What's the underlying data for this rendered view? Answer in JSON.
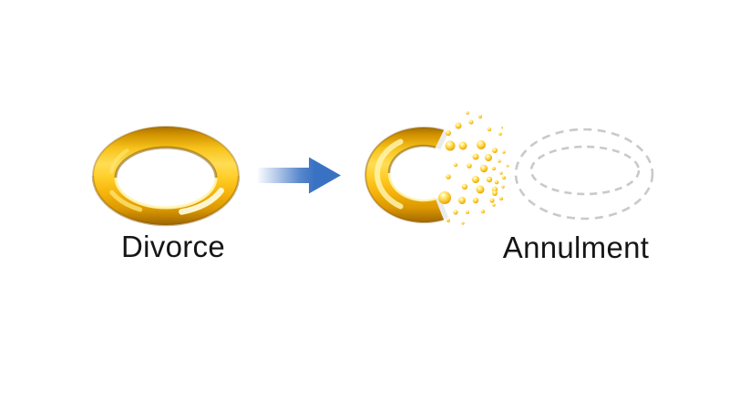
{
  "canvas": {
    "background": "#FFFFFF"
  },
  "diagram": {
    "left": {
      "label": "Divorce",
      "icon": "intact-gold-ring"
    },
    "arrow": {
      "direction": "right",
      "color": "#3A72C3"
    },
    "right": {
      "label": "Annulment",
      "icon": "breaking-gold-ring-dissolving-into-droplets",
      "ghost_ring": {
        "style": "dashed-outline",
        "color": "#C9C9C9"
      },
      "particles": [
        [
          503,
          138,
          3.5
        ],
        [
          517,
          134,
          2.5
        ],
        [
          527,
          128,
          2.0
        ],
        [
          513,
          124,
          1.8
        ],
        [
          492,
          146,
          3.0
        ],
        [
          537,
          142,
          2.2
        ],
        [
          549,
          147,
          1.8
        ],
        [
          551,
          140,
          1.2
        ],
        [
          494,
          160,
          5.5
        ],
        [
          508,
          160,
          4.5
        ],
        [
          528,
          159,
          5.0
        ],
        [
          543,
          165,
          3.0
        ],
        [
          553,
          167,
          1.7
        ],
        [
          522,
          172,
          3.5
        ],
        [
          536,
          173,
          4.0
        ],
        [
          548,
          177,
          1.7
        ],
        [
          500,
          181,
          2.2
        ],
        [
          515,
          182,
          2.8
        ],
        [
          531,
          185,
          4.2
        ],
        [
          542,
          185,
          2.0
        ],
        [
          557,
          182,
          1.5
        ],
        [
          492,
          194,
          2.8
        ],
        [
          522,
          197,
          4.0
        ],
        [
          537,
          197,
          3.2
        ],
        [
          550,
          190,
          1.7
        ],
        [
          553,
          195,
          2.0
        ],
        [
          510,
          205,
          3.2
        ],
        [
          527,
          208,
          4.5
        ],
        [
          543,
          208,
          3.2
        ],
        [
          545,
          200,
          2.3
        ],
        [
          552,
          205,
          1.7
        ],
        [
          488,
          217,
          7.0
        ],
        [
          507,
          220,
          4.0
        ],
        [
          522,
          220,
          3.2
        ],
        [
          540,
          220,
          2.6
        ],
        [
          543,
          212,
          3.0
        ],
        [
          550,
          218,
          2.0
        ],
        [
          500,
          233,
          2.6
        ],
        [
          513,
          233,
          2.0
        ],
        [
          530,
          232,
          2.2
        ],
        [
          542,
          225,
          1.7
        ],
        [
          492,
          242,
          2.0
        ],
        [
          508,
          245,
          1.6
        ]
      ]
    },
    "colors": {
      "gold_bright": "#FFDD55",
      "gold_mid": "#F5B30B",
      "gold_dark": "#9E6600",
      "droplet": "#FBC92F",
      "arrow_blue": "#3A72C3",
      "dashed_gray": "#C9C9C9",
      "text": "#161616"
    }
  }
}
